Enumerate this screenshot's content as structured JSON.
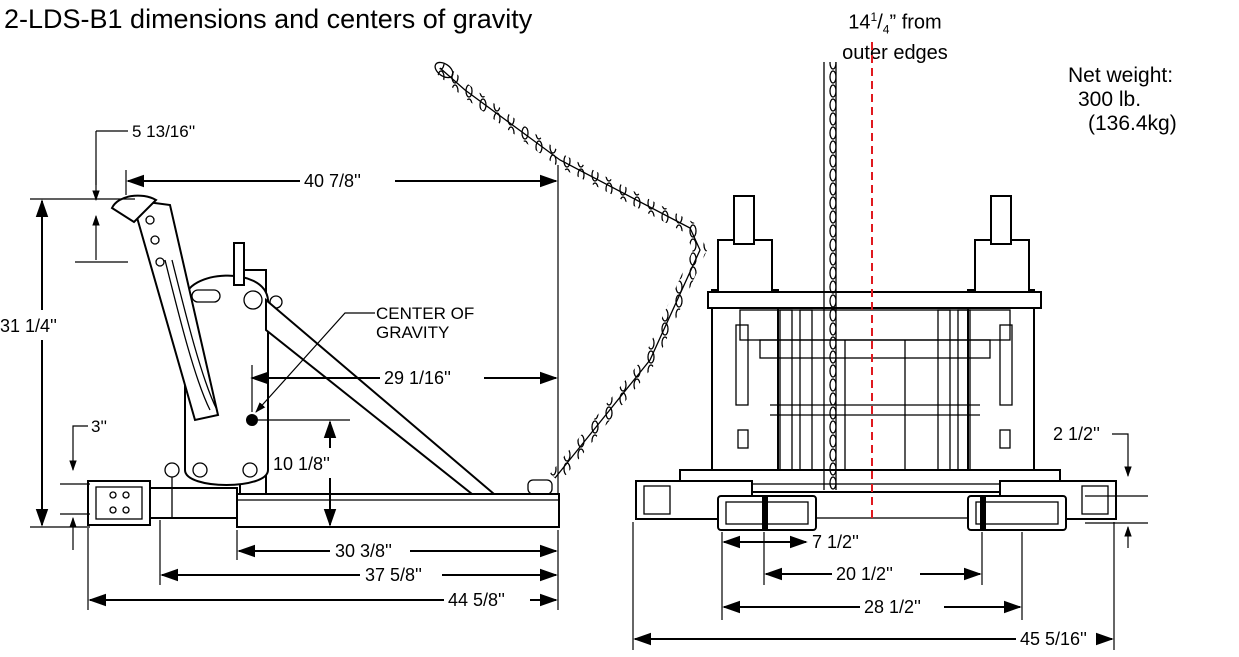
{
  "title": "2-LDS-B1 dimensions and centers of gravity",
  "cg_note": {
    "value": "14",
    "frac_num": "1",
    "frac_den": "4",
    "suffix": "” from",
    "line2": "outer edges"
  },
  "net_weight": {
    "label": "Net weight:",
    "lb": "300 lb.",
    "kg": "(136.4kg)"
  },
  "side_view": {
    "cg_label_line1": "CENTER OF",
    "cg_label_line2": "GRAVITY",
    "dims": {
      "top_offset": "5 13/16''",
      "overall_length_top": "40 7/8''",
      "height": "31 1/4''",
      "cg_horizontal": "29 1/16''",
      "small_height": "3''",
      "cg_height": "10 1/8''",
      "base_length": "30 3/8''",
      "mid_length": "37 5/8''",
      "overall_length": "44 5/8''"
    }
  },
  "front_view": {
    "dims": {
      "fork_height": "2 1/2''",
      "pocket_width": "7 1/2''",
      "pocket_center": "20 1/2''",
      "pocket_outer": "28 1/2''",
      "overall_width": "45 5/16''"
    }
  },
  "colors": {
    "centerline": "#e0191f",
    "ink": "#000000"
  }
}
